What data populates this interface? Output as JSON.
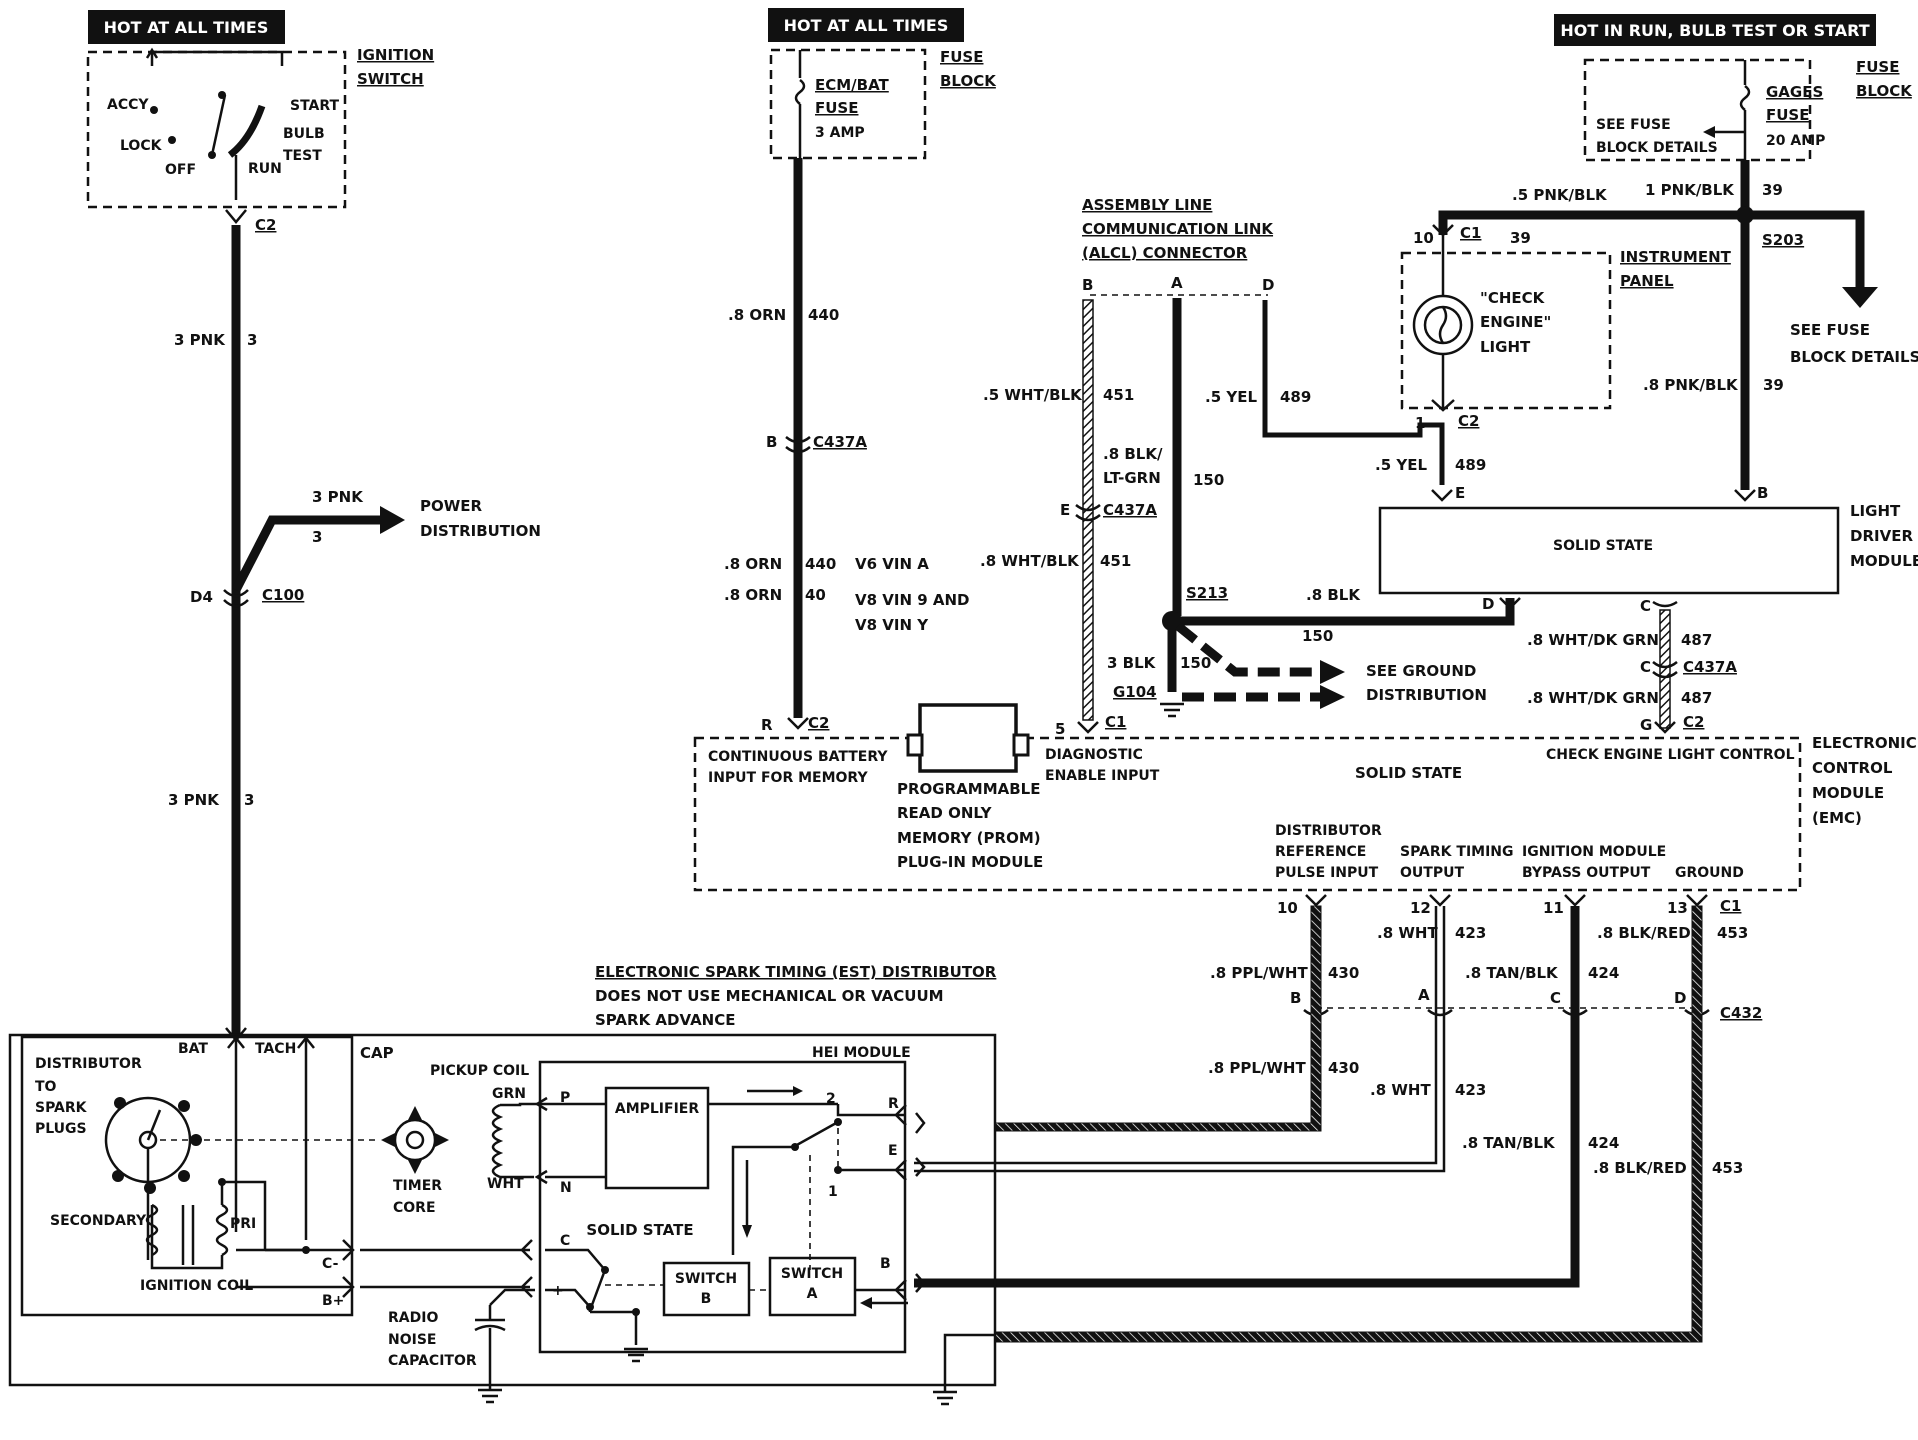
{
  "headers": {
    "hot_all_times_1": "HOT AT ALL TIMES",
    "hot_all_times_2": "HOT AT ALL TIMES",
    "hot_in_run": "HOT IN RUN, BULB TEST OR START"
  },
  "ignition_switch": {
    "title_1": "IGNITION",
    "title_2": "SWITCH",
    "accy": "ACCY",
    "lock": "LOCK",
    "off": "OFF",
    "run": "RUN",
    "start": "START",
    "bulb": "BULB",
    "test": "TEST"
  },
  "left_wire": {
    "c2": "C2",
    "pnk_top": "3 PNK",
    "num_top": "3",
    "pnk_branch": "3 PNK",
    "num_branch": "3",
    "power_1": "POWER",
    "power_2": "DISTRIBUTION",
    "d4": "D4",
    "c100": "C100",
    "pnk_low": "3 PNK",
    "num_low": "3"
  },
  "fuse_block_center": {
    "label_1": "FUSE",
    "label_2": "BLOCK",
    "fuse_1": "ECM/BAT",
    "fuse_2": "FUSE",
    "fuse_3": "3 AMP",
    "orn1": ".8 ORN",
    "n440a": "440",
    "b": "B",
    "c437a": "C437A",
    "orn2": ".8 ORN",
    "n440b": "440",
    "v6": "V6 VIN A",
    "orn3": ".8 ORN",
    "n40": "40",
    "v8_1": "V8 VIN 9 AND",
    "v8_2": "V8 VIN Y",
    "r": "R",
    "c2": "C2"
  },
  "alcl": {
    "title_1": "ASSEMBLY LINE",
    "title_2": "COMMUNICATION LINK",
    "title_3": "(ALCL) CONNECTOR",
    "pin_b": "B",
    "pin_a": "A",
    "pin_d": "D",
    "wht_blk1": ".5 WHT/BLK",
    "n451a": "451",
    "blk_ltgrn_1": ".8 BLK/",
    "blk_ltgrn_2": "LT-GRN",
    "n150a": "150",
    "e": "E",
    "c437a": "C437A",
    "wht_blk2": ".8 WHT/BLK",
    "n451b": "451",
    "yel1": ".5 YEL",
    "n489a": "489",
    "s213": "S213",
    "blk8": ".8 BLK",
    "n150b": "150",
    "blk3": "3 BLK",
    "n150c": "150",
    "g104": "G104",
    "ground_1": "SEE GROUND",
    "ground_2": "DISTRIBUTION",
    "five": "5",
    "c1": "C1"
  },
  "right_top": {
    "fuse_block_1": "FUSE",
    "fuse_block_2": "BLOCK",
    "gages_1": "GAGES",
    "gages_2": "FUSE",
    "gages_3": "20 AMP",
    "see_fuse_1": "SEE FUSE",
    "see_fuse_2": "BLOCK DETAILS",
    "pnk_blk_5": ".5 PNK/BLK",
    "pnk_blk_1": "1 PNK/BLK",
    "n39a": "39",
    "s203": "S203",
    "ten": "10",
    "c1": "C1",
    "n39b": "39",
    "panel_1": "INSTRUMENT",
    "panel_2": "PANEL",
    "lamp_1": "\"CHECK",
    "lamp_2": "ENGINE\"",
    "lamp_3": "LIGHT",
    "see_fuse_r1": "SEE FUSE",
    "see_fuse_r2": "BLOCK DETAILS",
    "pnk_blk_8": ".8 PNK/BLK",
    "n39c": "39",
    "one": "1",
    "c2": "C2",
    "yel2": ".5 YEL",
    "n489b": "489",
    "e": "E",
    "b": "B"
  },
  "light_driver": {
    "solid": "SOLID STATE",
    "label_1": "LIGHT",
    "label_2": "DRIVER",
    "label_3": "MODULE",
    "d": "D",
    "c": "C",
    "wht_dkgrn1": ".8 WHT/DK GRN",
    "n487a": "487",
    "c_b": "C",
    "c437a": "C437A",
    "wht_dkgrn2": ".8 WHT/DK GRN",
    "n487b": "487",
    "g": "G",
    "c2": "C2"
  },
  "ecm": {
    "cont_1": "CONTINUOUS BATTERY",
    "cont_2": "INPUT FOR MEMORY",
    "prom_1": "PROGRAMMABLE",
    "prom_2": "READ ONLY",
    "prom_3": "MEMORY (PROM)",
    "prom_4": "PLUG-IN MODULE",
    "diag_1": "DIAGNOSTIC",
    "diag_2": "ENABLE INPUT",
    "solid": "SOLID STATE",
    "check": "CHECK ENGINE LIGHT CONTROL",
    "label_1": "ELECTRONIC",
    "label_2": "CONTROL",
    "label_3": "MODULE",
    "label_4": "(EMC)",
    "dist_1": "DISTRIBUTOR",
    "dist_2": "REFERENCE",
    "dist_3": "PULSE INPUT",
    "spark_1": "SPARK TIMING",
    "spark_2": "OUTPUT",
    "bypass_1": "IGNITION MODULE",
    "bypass_2": "BYPASS OUTPUT",
    "ground": "GROUND"
  },
  "ecm_bottom": {
    "p10": "10",
    "p12": "12",
    "p11": "11",
    "p13": "13",
    "c1": "C1",
    "wht1": ".8 WHT",
    "n423a": "423",
    "blkred1": ".8 BLK/RED",
    "n453a": "453",
    "ppl1": ".8 PPL/WHT",
    "n430a": "430",
    "tan1": ".8 TAN/BLK",
    "n424a": "424",
    "b": "B",
    "a": "A",
    "c": "C",
    "d": "D",
    "c432": "C432",
    "ppl2": ".8 PPL/WHT",
    "n430b": "430",
    "wht2": ".8 WHT",
    "n423b": "423",
    "tan2": ".8 TAN/BLK",
    "n424b": "424",
    "blkred2": ".8 BLK/RED",
    "n453b": "453"
  },
  "est": {
    "title_1": "ELECTRONIC SPARK TIMING (EST) DISTRIBUTOR",
    "title_2": "DOES NOT USE MECHANICAL OR VACUUM",
    "title_3": "SPARK ADVANCE"
  },
  "distributor": {
    "dist_1": "DISTRIBUTOR",
    "dist_2": "TO",
    "dist_3": "SPARK",
    "dist_4": "PLUGS",
    "bat": "BAT",
    "tach": "TACH",
    "cap": "CAP",
    "secondary": "SECONDARY",
    "pri": "PRI",
    "coil": "IGNITION COIL",
    "cminus": "C-",
    "bplus": "B+",
    "pickup": "PICKUP COIL",
    "grn": "GRN",
    "wht": "WHT",
    "timer_1": "TIMER",
    "timer_2": "CORE",
    "radio_1": "RADIO",
    "radio_2": "NOISE",
    "radio_3": "CAPACITOR"
  },
  "hei": {
    "title": "HEI MODULE",
    "amp": "AMPLIFIER",
    "solid": "SOLID STATE",
    "sw_b1": "SWITCH",
    "sw_b2": "B",
    "sw_a1": "SWITCH",
    "sw_a2": "A",
    "p": "P",
    "n": "N",
    "c": "C",
    "plus": "+",
    "r": "R",
    "e": "E",
    "b": "B",
    "two": "2",
    "one": "1"
  }
}
